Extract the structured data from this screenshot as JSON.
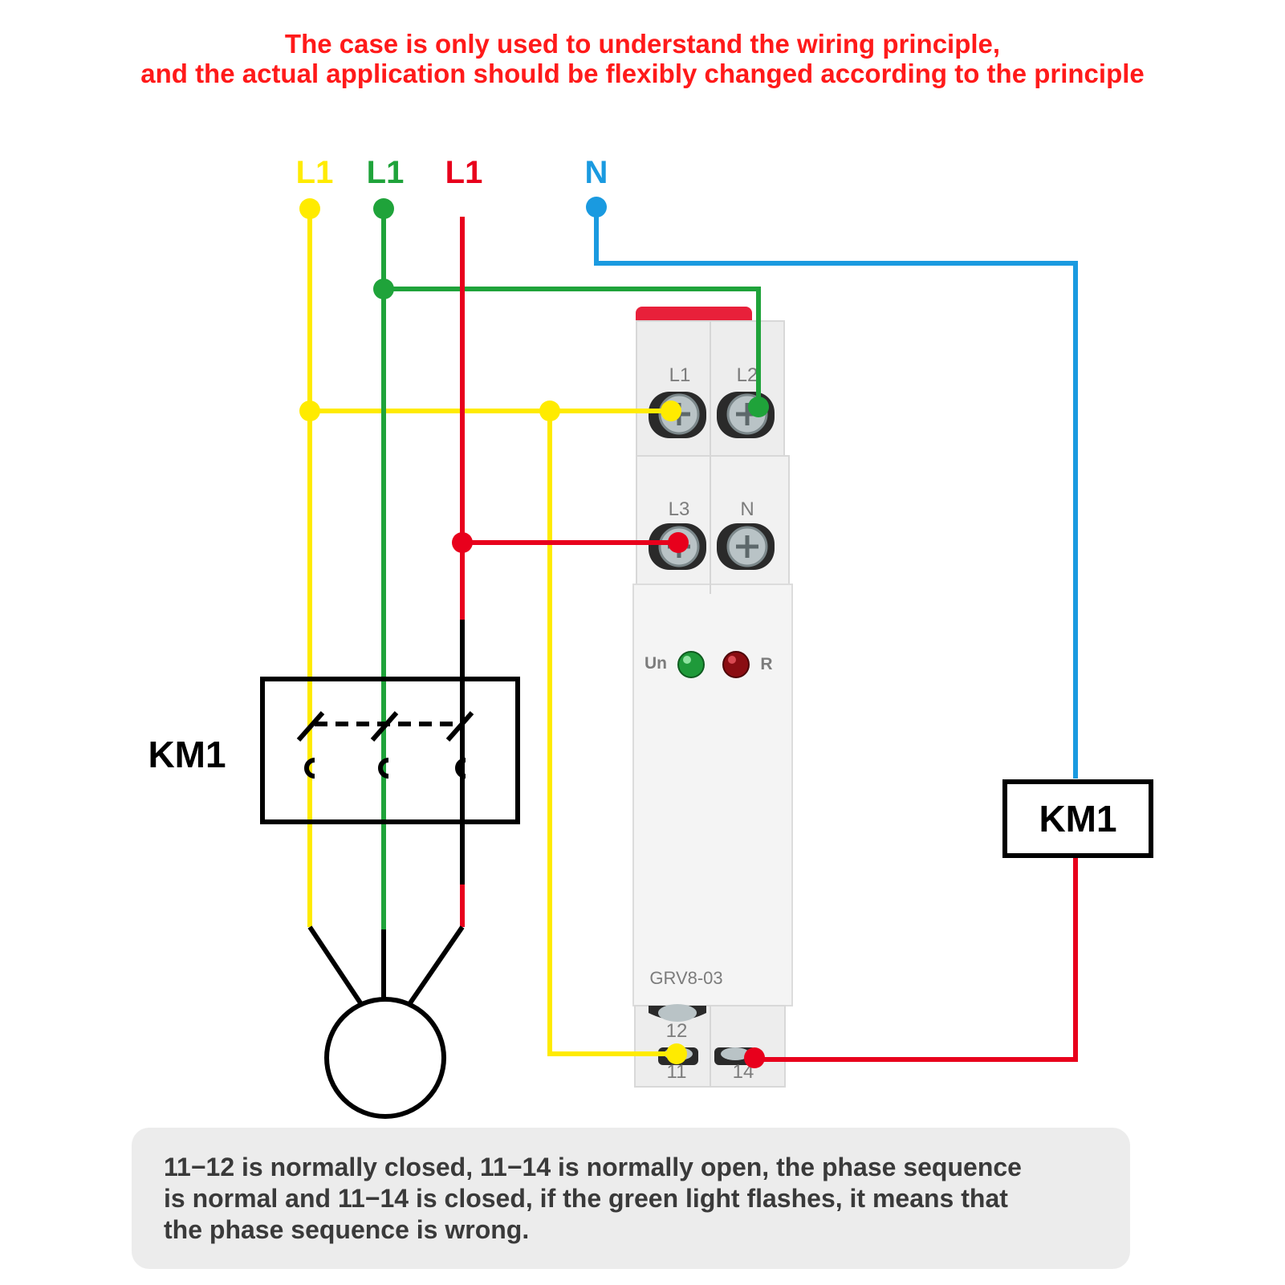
{
  "header": {
    "line1": "The case is only used to understand the wiring principle,",
    "line2": "and the actual application should be flexibly changed according to the principle"
  },
  "lines": {
    "yellow_label": "L1",
    "green_label": "L1",
    "red_label": "L1",
    "neutral_label": "N"
  },
  "colors": {
    "yellow": "#ffeb00",
    "green": "#1fa33a",
    "red": "#e8001c",
    "blue": "#1a9ae0",
    "black": "#000000",
    "header_text": "#ff1a1a"
  },
  "contactor": {
    "label": "KM1"
  },
  "coil": {
    "label": "KM1"
  },
  "device": {
    "model": "GRV8-03",
    "terminal_l1": "L1",
    "terminal_l2": "L2",
    "terminal_l3": "L3",
    "terminal_n": "N",
    "led_un": "Un",
    "led_r": "R",
    "contact_12": "12",
    "contact_11": "11",
    "contact_14": "14"
  },
  "note": {
    "line1": "11−12 is normally closed, 11−14 is normally open, the phase sequence",
    "line2": "is normal and 11−14 is closed, if the green light flashes, it means that",
    "line3": "the phase sequence is wrong."
  }
}
